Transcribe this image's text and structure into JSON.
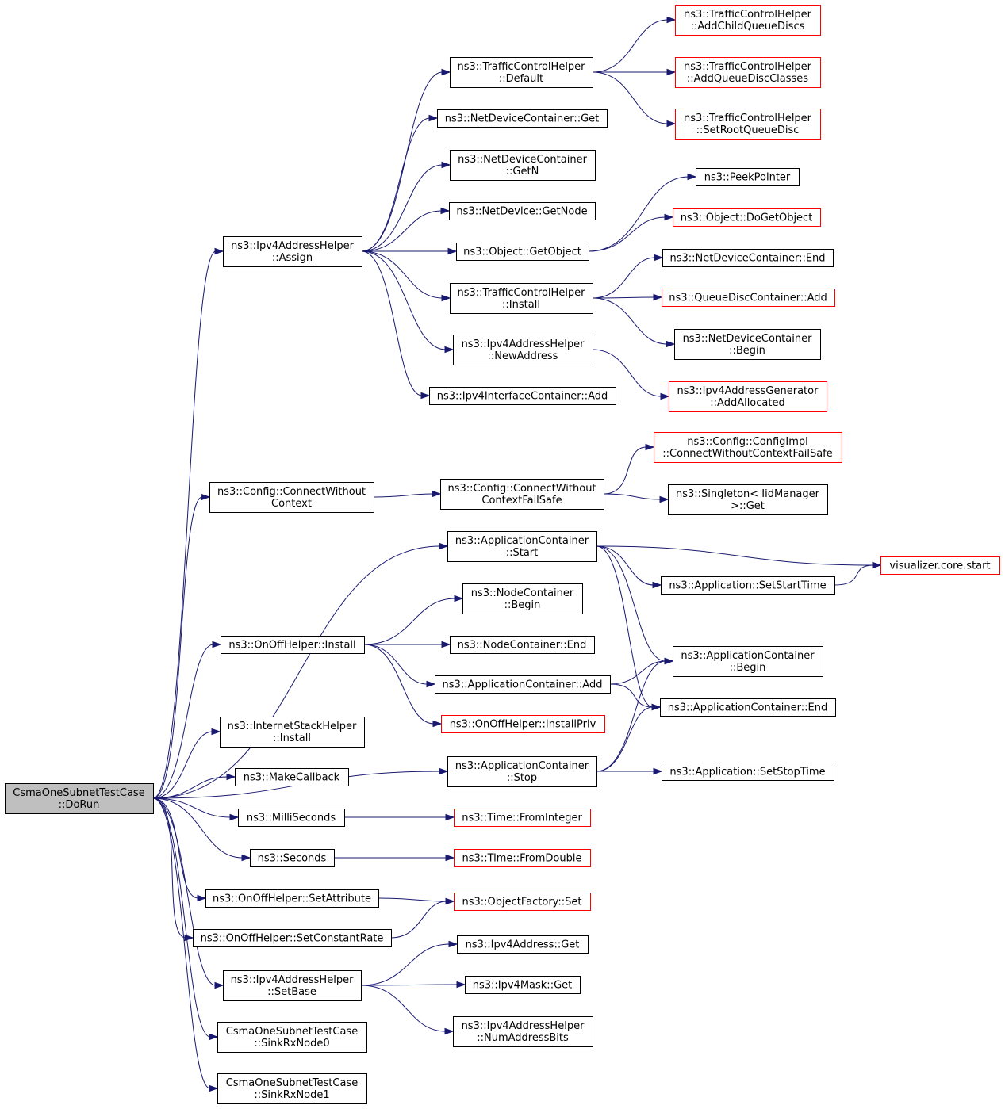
{
  "graph": {
    "nodes": {
      "root": [
        "CsmaOneSubnetTestCase",
        "::DoRun"
      ],
      "ipv4_assign": [
        "ns3::Ipv4AddressHelper",
        "::Assign"
      ],
      "config_cwc": [
        "ns3::Config::ConnectWithout",
        "Context"
      ],
      "onoff_install": [
        "ns3::OnOffHelper::Install"
      ],
      "internet_install": [
        "ns3::InternetStackHelper",
        "::Install"
      ],
      "make_callback": [
        "ns3::MakeCallback"
      ],
      "milliseconds": [
        "ns3::MilliSeconds"
      ],
      "seconds": [
        "ns3::Seconds"
      ],
      "onoff_setattr": [
        "ns3::OnOffHelper::SetAttribute"
      ],
      "onoff_setrate": [
        "ns3::OnOffHelper::SetConstantRate"
      ],
      "ipv4_setbase": [
        "ns3::Ipv4AddressHelper",
        "::SetBase"
      ],
      "sink0": [
        "CsmaOneSubnetTestCase",
        "::SinkRxNode0"
      ],
      "sink1": [
        "CsmaOneSubnetTestCase",
        "::SinkRxNode1"
      ],
      "tch_default": [
        "ns3::TrafficControlHelper",
        "::Default"
      ],
      "ndc_get": [
        "ns3::NetDeviceContainer::Get"
      ],
      "ndc_getn": [
        "ns3::NetDeviceContainer",
        "::GetN"
      ],
      "nd_getnode": [
        "ns3::NetDevice::GetNode"
      ],
      "obj_getobject": [
        "ns3::Object::GetObject"
      ],
      "tch_install": [
        "ns3::TrafficControlHelper",
        "::Install"
      ],
      "ipv4_newaddr": [
        "ns3::Ipv4AddressHelper",
        "::NewAddress"
      ],
      "ipv4ic_add": [
        "ns3::Ipv4InterfaceContainer::Add"
      ],
      "config_cwcfs": [
        "ns3::Config::ConnectWithout",
        "ContextFailSafe"
      ],
      "ac_start": [
        "ns3::ApplicationContainer",
        "::Start"
      ],
      "nc_begin": [
        "ns3::NodeContainer",
        "::Begin"
      ],
      "nc_end": [
        "ns3::NodeContainer::End"
      ],
      "ac_add": [
        "ns3::ApplicationContainer::Add"
      ],
      "onoff_installpriv": [
        "ns3::OnOffHelper::InstallPriv"
      ],
      "ac_stop": [
        "ns3::ApplicationContainer",
        "::Stop"
      ],
      "time_fromint": [
        "ns3::Time::FromInteger"
      ],
      "time_fromdouble": [
        "ns3::Time::FromDouble"
      ],
      "of_set": [
        "ns3::ObjectFactory::Set"
      ],
      "ipv4addr_get": [
        "ns3::Ipv4Address::Get"
      ],
      "ipv4mask_get": [
        "ns3::Ipv4Mask::Get"
      ],
      "ipv4_numbits": [
        "ns3::Ipv4AddressHelper",
        "::NumAddressBits"
      ],
      "tch_addchild": [
        "ns3::TrafficControlHelper",
        "::AddChildQueueDiscs"
      ],
      "tch_addclasses": [
        "ns3::TrafficControlHelper",
        "::AddQueueDiscClasses"
      ],
      "tch_setroot": [
        "ns3::TrafficControlHelper",
        "::SetRootQueueDisc"
      ],
      "peekpointer": [
        "ns3::PeekPointer"
      ],
      "obj_dogetobject": [
        "ns3::Object::DoGetObject"
      ],
      "ndc_end": [
        "ns3::NetDeviceContainer::End"
      ],
      "qdc_add": [
        "ns3::QueueDiscContainer::Add"
      ],
      "ndc_begin": [
        "ns3::NetDeviceContainer",
        "::Begin"
      ],
      "ipv4gen_addalloc": [
        "ns3::Ipv4AddressGenerator",
        "::AddAllocated"
      ],
      "configimpl_cwcfs": [
        "ns3::Config::ConfigImpl",
        "::ConnectWithoutContextFailSafe"
      ],
      "singleton_get": [
        "ns3::Singleton< IidManager",
        ">::Get"
      ],
      "app_setstart": [
        "ns3::Application::SetStartTime"
      ],
      "visualizer": [
        "visualizer.core.start"
      ],
      "ac_begin": [
        "ns3::ApplicationContainer",
        "::Begin"
      ],
      "ac_end": [
        "ns3::ApplicationContainer::End"
      ],
      "app_setstop": [
        "ns3::Application::SetStopTime"
      ]
    },
    "edges": [
      [
        "root",
        "ipv4_assign"
      ],
      [
        "root",
        "config_cwc"
      ],
      [
        "root",
        "ac_start"
      ],
      [
        "root",
        "onoff_install"
      ],
      [
        "root",
        "ac_stop"
      ],
      [
        "root",
        "internet_install"
      ],
      [
        "root",
        "make_callback"
      ],
      [
        "root",
        "milliseconds"
      ],
      [
        "root",
        "seconds"
      ],
      [
        "root",
        "onoff_setattr"
      ],
      [
        "root",
        "onoff_setrate"
      ],
      [
        "root",
        "ipv4_setbase"
      ],
      [
        "root",
        "sink0"
      ],
      [
        "root",
        "sink1"
      ],
      [
        "ipv4_assign",
        "tch_default"
      ],
      [
        "ipv4_assign",
        "ndc_get"
      ],
      [
        "ipv4_assign",
        "ndc_getn"
      ],
      [
        "ipv4_assign",
        "nd_getnode"
      ],
      [
        "ipv4_assign",
        "obj_getobject"
      ],
      [
        "ipv4_assign",
        "tch_install"
      ],
      [
        "ipv4_assign",
        "ipv4_newaddr"
      ],
      [
        "ipv4_assign",
        "ipv4ic_add"
      ],
      [
        "tch_default",
        "tch_addchild"
      ],
      [
        "tch_default",
        "tch_addclasses"
      ],
      [
        "tch_default",
        "tch_setroot"
      ],
      [
        "obj_getobject",
        "peekpointer"
      ],
      [
        "obj_getobject",
        "obj_dogetobject"
      ],
      [
        "tch_install",
        "ndc_end"
      ],
      [
        "tch_install",
        "qdc_add"
      ],
      [
        "tch_install",
        "ndc_begin"
      ],
      [
        "ipv4_newaddr",
        "ipv4gen_addalloc"
      ],
      [
        "config_cwc",
        "config_cwcfs"
      ],
      [
        "config_cwcfs",
        "configimpl_cwcfs"
      ],
      [
        "config_cwcfs",
        "singleton_get"
      ],
      [
        "ac_start",
        "visualizer"
      ],
      [
        "ac_start",
        "app_setstart"
      ],
      [
        "ac_start",
        "ac_begin"
      ],
      [
        "ac_start",
        "ac_end"
      ],
      [
        "app_setstart",
        "visualizer"
      ],
      [
        "onoff_install",
        "nc_begin"
      ],
      [
        "onoff_install",
        "nc_end"
      ],
      [
        "onoff_install",
        "ac_add"
      ],
      [
        "onoff_install",
        "onoff_installpriv"
      ],
      [
        "ac_add",
        "ac_begin"
      ],
      [
        "ac_add",
        "ac_end"
      ],
      [
        "ac_stop",
        "ac_begin"
      ],
      [
        "ac_stop",
        "ac_end"
      ],
      [
        "ac_stop",
        "app_setstop"
      ],
      [
        "milliseconds",
        "time_fromint"
      ],
      [
        "seconds",
        "time_fromdouble"
      ],
      [
        "onoff_setattr",
        "of_set"
      ],
      [
        "onoff_setrate",
        "of_set"
      ],
      [
        "ipv4_setbase",
        "ipv4addr_get"
      ],
      [
        "ipv4_setbase",
        "ipv4mask_get"
      ],
      [
        "ipv4_setbase",
        "ipv4_numbits"
      ]
    ]
  }
}
